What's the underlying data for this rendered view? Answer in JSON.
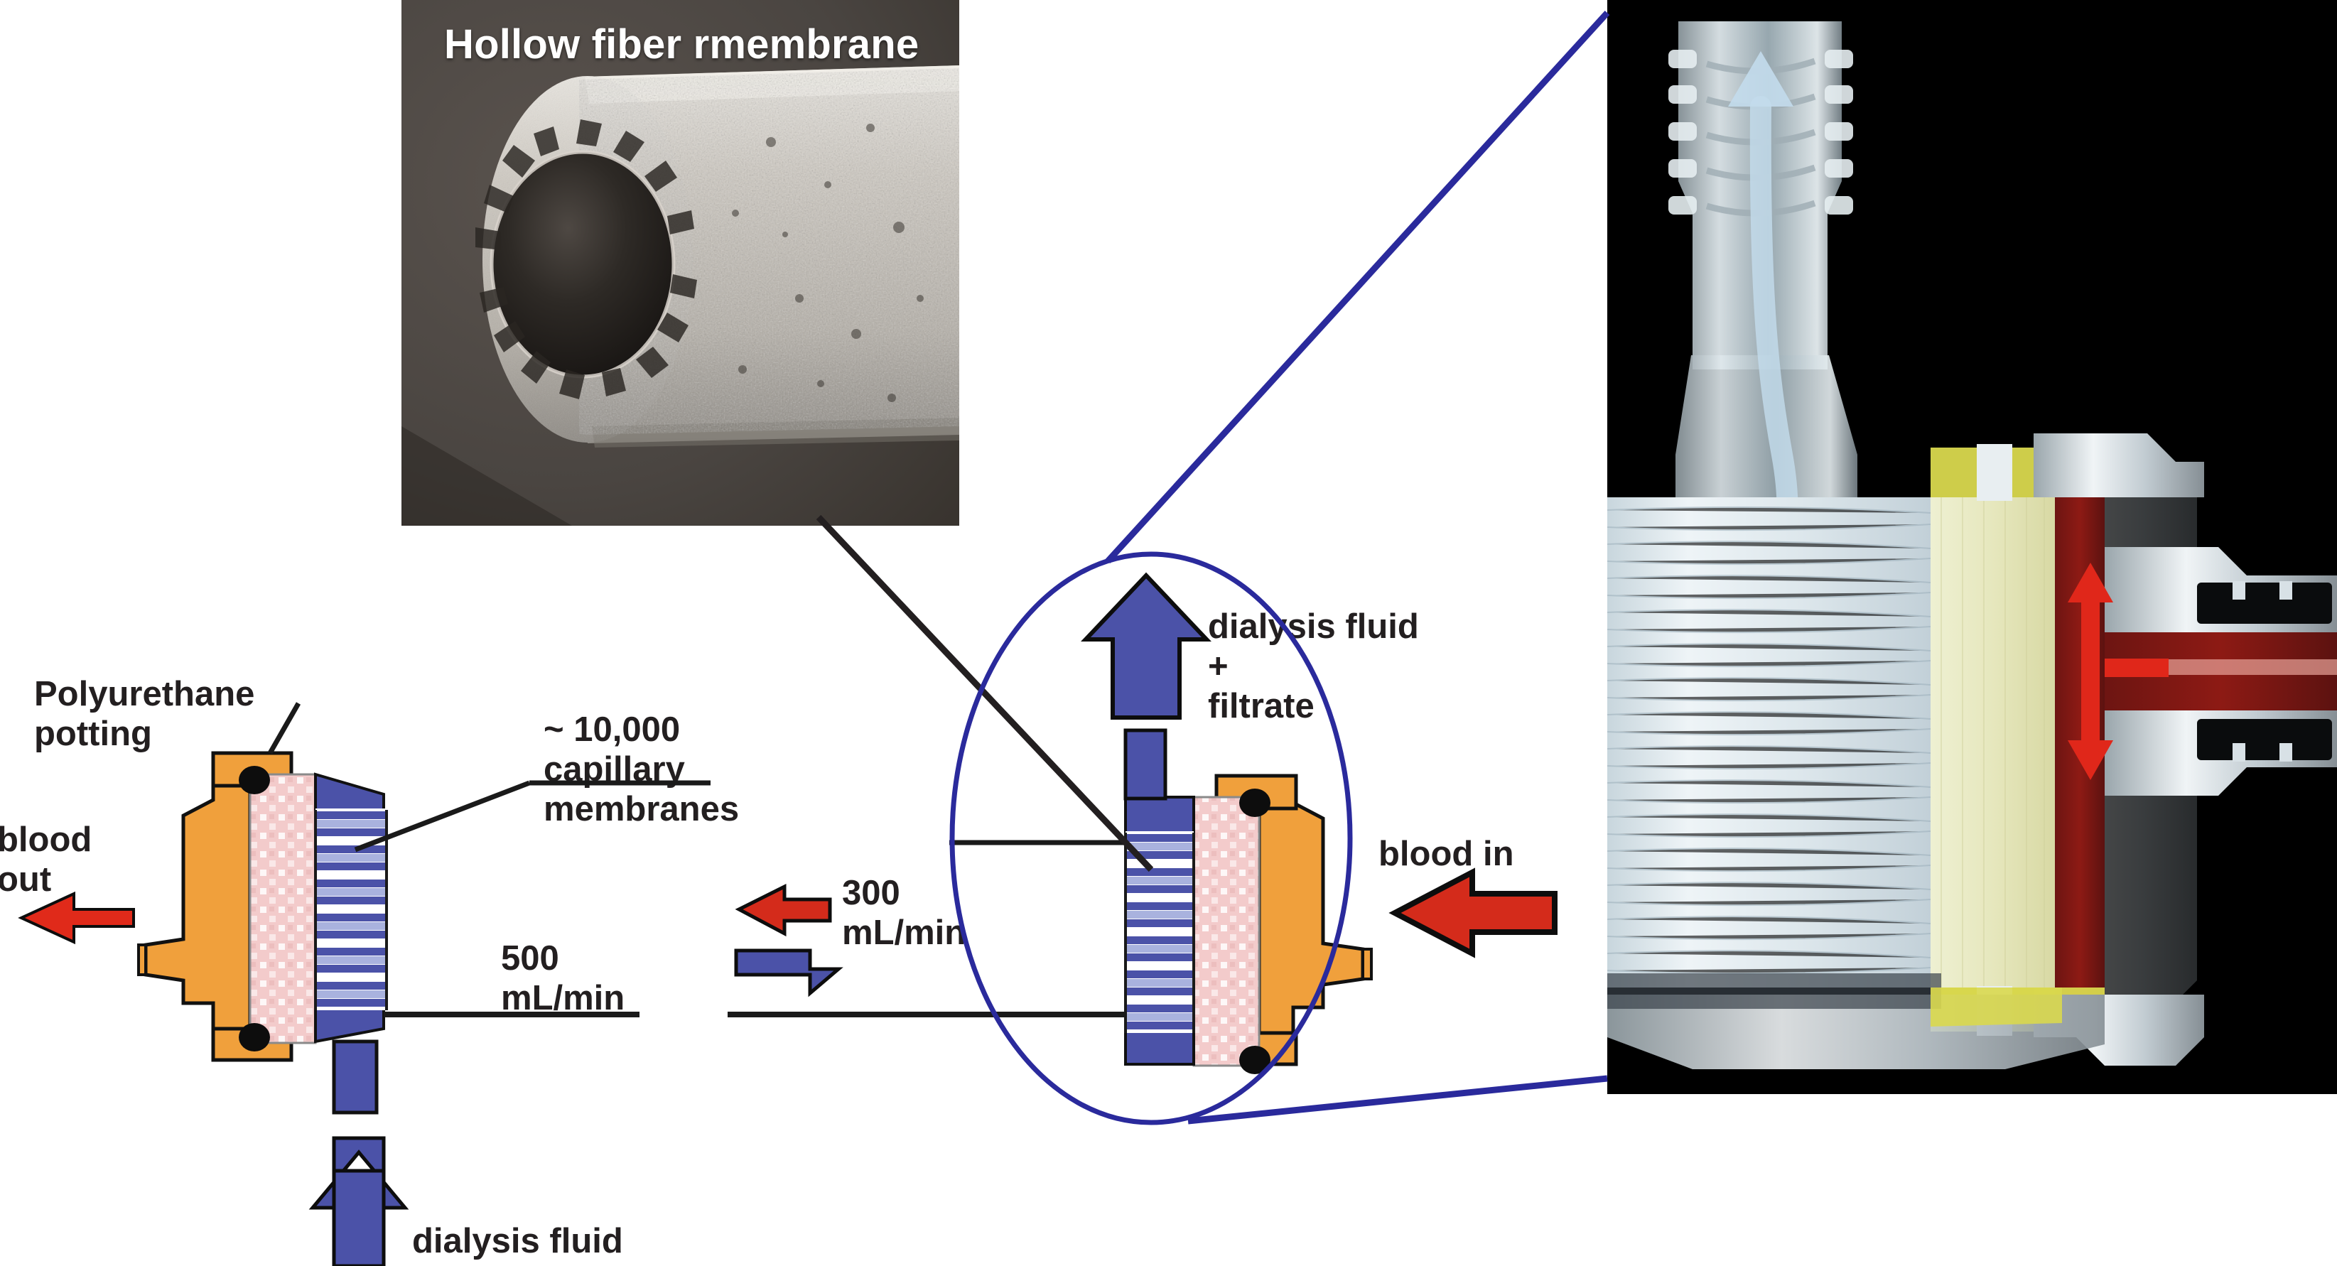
{
  "figure": {
    "kind": "hollow-fiber-hemodialyzer-cutaway-diagram"
  },
  "sem_inset": {
    "title": "Hollow fiber rmembrane",
    "caption_icon": "sem-micrograph",
    "background_color": "#4a4541"
  },
  "photo_inset": {
    "icon": "dialyzer-cutaway-photo",
    "background_color": "#000000",
    "flow_arrow_dialysate_color": "#bcdcef",
    "flow_arrow_blood_color": "#e02a1a",
    "potting_color": "#e8e64a",
    "fiber_bundle_color": "#e4ecef"
  },
  "labels": {
    "polyurethane_potting": "Polyurethane\npotting",
    "blood_out": "blood\nout",
    "capillary_membranes": "~ 10,000\ncapillary\nmembranes",
    "flow_500": "500\nmL/min",
    "flow_300": "300\nmL/min",
    "dialysis_fluid_filtrate": "dialysis fluid\n+\nfiltrate",
    "blood_in": "blood in",
    "dialysis_fluid": "dialysis fluid"
  },
  "icons": {
    "blood_out_arrow": "red-left-arrow",
    "blood_in_arrow": "red-left-arrow-large",
    "dialysate_up_arrow": "blue-up-arrow",
    "dialysate_out_arrow": "blue-up-arrow-tall",
    "legend_blood_arrow": "red-left-arrow-small",
    "legend_dialysate_arrow": "blue-right-flag-arrow",
    "callout_ellipse": "blue-ellipse-callout",
    "leader_line_sem": "black-leader-line",
    "leader_lines_photo": "blue-leader-lines"
  },
  "colors": {
    "housing_orange": "#F0A03C",
    "potting_pink": "#F3CBCB",
    "dialysate_blue": "#4B52A8",
    "fiber_light_blue": "#A9B2DE",
    "blood_red": "#E02A1A",
    "callout_blue": "#2A2A9C",
    "text": "#231f20",
    "seal_black": "#0d0d0d"
  },
  "chart_data": {
    "type": "table",
    "title": "Hemodialyzer flow rates",
    "categories": [
      "blood",
      "dialysis fluid"
    ],
    "values": [
      300,
      500
    ],
    "units": "mL/min",
    "annotations": [
      "blood in (300 mL/min, red arrow, right side)",
      "blood out (red arrow, left side)",
      "dialysis fluid in (500 mL/min, blue arrow, bottom)",
      "dialysis fluid + filtrate out (blue arrow, top)",
      "~ 10,000 capillary membranes",
      "Polyurethane potting"
    ]
  }
}
